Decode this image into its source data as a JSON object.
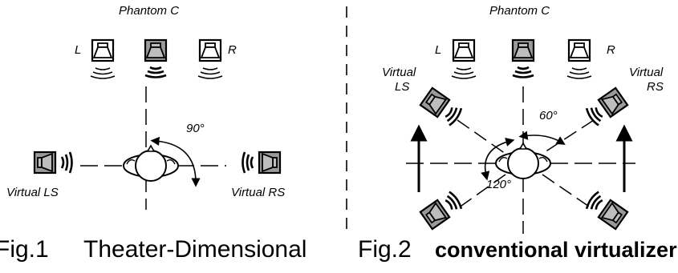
{
  "colors": {
    "ink": "#000000",
    "speaker_fill": "#9a9a9a",
    "background": "#ffffff"
  },
  "fig1": {
    "phantom_label": "Phantom C",
    "left_label": "L",
    "right_label": "R",
    "angle_label": "90°",
    "virtual_ls_label": "Virtual LS",
    "virtual_rs_label": "Virtual RS",
    "caption_number": "Fig.1",
    "caption_text": "Theater-Dimensional"
  },
  "fig2": {
    "phantom_label": "Phantom C",
    "left_label": "L",
    "right_label": "R",
    "virtual_ls_line1": "Virtual",
    "virtual_ls_line2": "LS",
    "virtual_rs_line1": "Virtual",
    "virtual_rs_line2": "RS",
    "angle_60_label": "60°",
    "angle_120_label": "120°",
    "caption_number": "Fig.2",
    "caption_text": "conventional virtualizer"
  },
  "icons": [
    "speaker-icon",
    "sound-wave-icon",
    "listener-head-icon",
    "arrow-icon"
  ]
}
